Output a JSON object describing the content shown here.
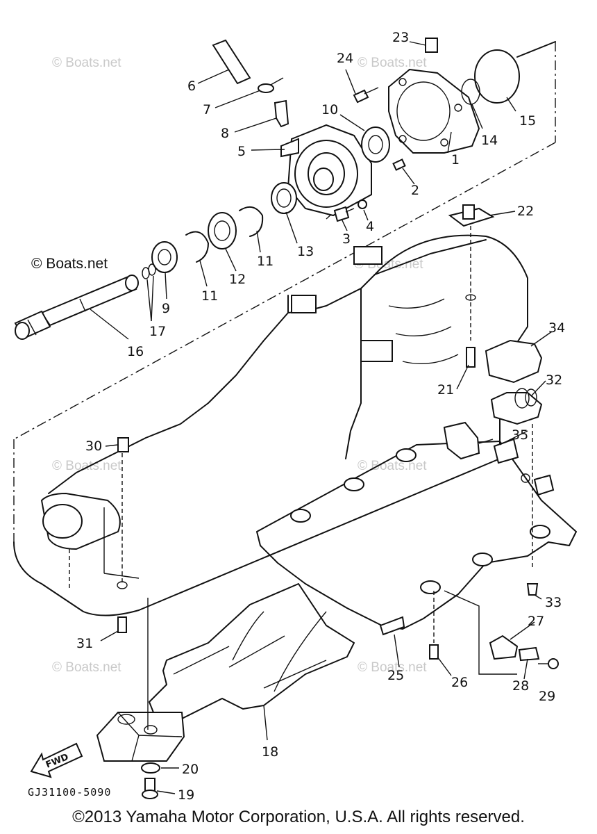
{
  "watermarks": {
    "w1": "© Boats.net",
    "w2": "© Boats.net",
    "w3": "© Boats.net",
    "w4": "© Boats.net",
    "w5": "© Boats.net",
    "w6": "© Boats.net",
    "w7": "© Boats.net",
    "w8": "© Boats.net"
  },
  "callouts": {
    "c1": "1",
    "c2": "2",
    "c3": "3",
    "c4": "4",
    "c5": "5",
    "c6": "6",
    "c7": "7",
    "c8": "8",
    "c9": "9",
    "c10": "10",
    "c11a": "11",
    "c11b": "11",
    "c12": "12",
    "c13": "13",
    "c14": "14",
    "c15": "15",
    "c16": "16",
    "c17": "17",
    "c18": "18",
    "c19": "19",
    "c20": "20",
    "c21": "21",
    "c22": "22",
    "c23": "23",
    "c24": "24",
    "c25": "25",
    "c26": "26",
    "c27": "27",
    "c28": "28",
    "c29": "29",
    "c30": "30",
    "c31": "31",
    "c32": "32",
    "c33": "33",
    "c34": "34",
    "c35": "35"
  },
  "fwd_label": "FWD",
  "diagram_code": "GJ31100-5090",
  "footer": "©2013 Yamaha Motor Corporation, U.S.A. All rights reserved."
}
